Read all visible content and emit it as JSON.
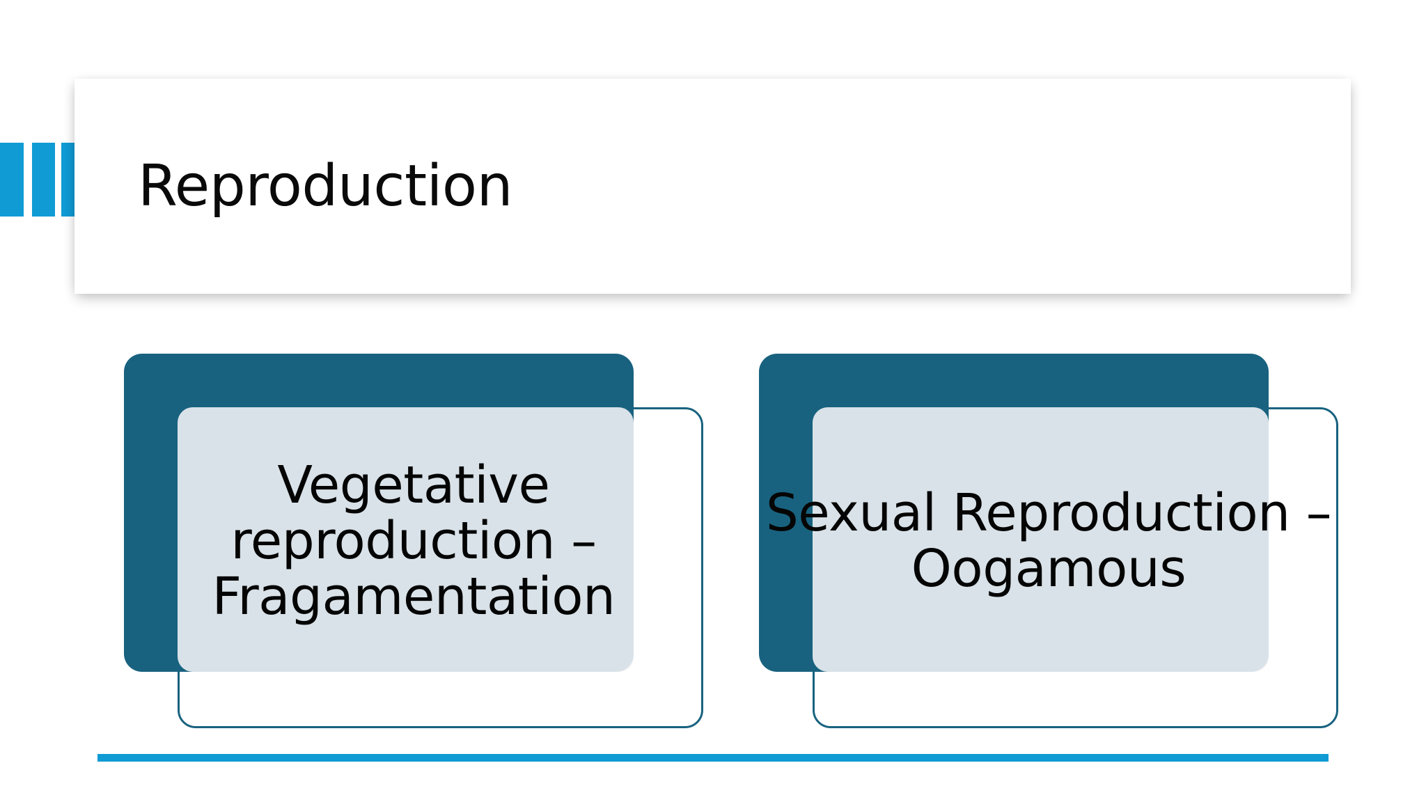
{
  "slide": {
    "title": "Reproduction",
    "background_color": "#FFFFFF",
    "accent_blue": "#109BD4",
    "accent_teal": "#18627F",
    "panel_fill": "#E8ECF0",
    "text_color": "#050505"
  },
  "decor": {
    "bar_1_label": "accent-bar-1",
    "bar_2_label": "accent-bar-2",
    "bar_3_label": "accent-bar-3",
    "bottom_rule_label": "bottom-accent-rule"
  },
  "boxes": [
    {
      "id": "vegetative-reproduction",
      "label": "Vegetative reproduction – Fragamentation"
    },
    {
      "id": "sexual-reproduction",
      "label": "Sexual Reproduction – Oogamous"
    }
  ]
}
